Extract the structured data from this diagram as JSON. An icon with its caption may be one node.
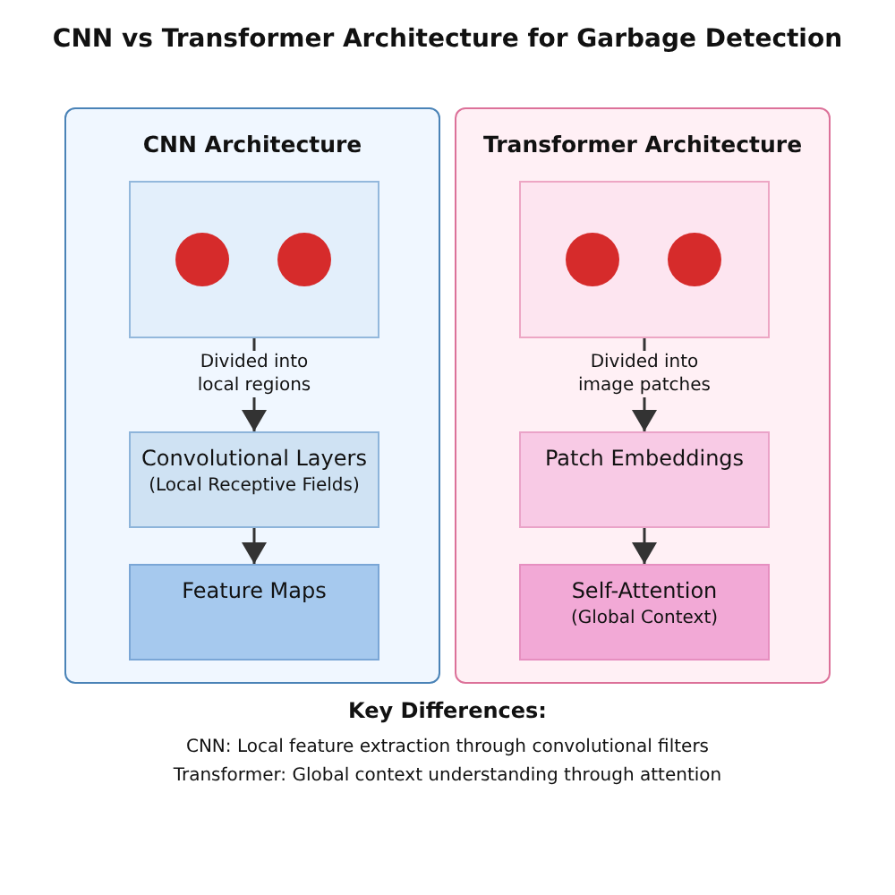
{
  "diagram": {
    "title": "CNN vs Transformer Architecture for Garbage Detection",
    "nodes": [
      {
        "text": [
          "CNN Architecture"
        ]
      },
      {
        "text": [],
        "shape": "picture",
        "in": 0
      },
      {
        "text": [
          "Convolutional Layers",
          "(Local Receptive Fields)"
        ],
        "in": 0
      },
      {
        "text": [
          "Feature Maps"
        ],
        "in": 0
      },
      {
        "text": [
          "Transformer Architecture"
        ]
      },
      {
        "text": [],
        "shape": "picture",
        "in": 4
      },
      {
        "text": [
          "Patch Embeddings"
        ],
        "in": 4
      },
      {
        "text": [
          "Self-Attention",
          "(Global Context)"
        ],
        "in": 4
      }
    ],
    "edges": [
      {
        "from": 1,
        "to": 2,
        "arrow": "to",
        "label": "Divided into local regions"
      },
      {
        "from": 2,
        "to": 3,
        "arrow": "to"
      },
      {
        "from": 5,
        "to": 6,
        "arrow": "to",
        "label": "Divided into image patches"
      },
      {
        "from": 6,
        "to": 7,
        "arrow": "to"
      }
    ],
    "labels": [
      "Key Differences:",
      "CNN: Local feature extraction through convolutional filters",
      "Transformer: Global context understanding through attention"
    ]
  }
}
